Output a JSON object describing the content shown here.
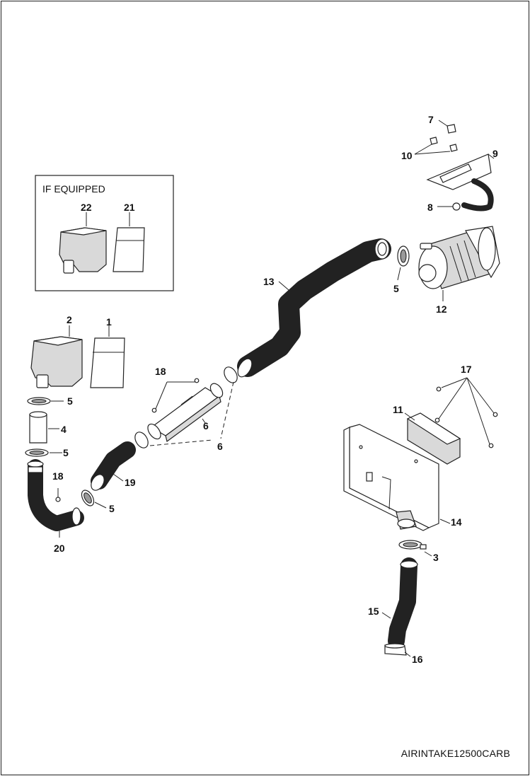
{
  "inset": {
    "title": "IF EQUIPPED"
  },
  "callouts": {
    "c1": "1",
    "c2": "2",
    "c3": "3",
    "c4": "4",
    "c5a": "5",
    "c5b": "5",
    "c5c": "5",
    "c5d": "5",
    "c6": "6",
    "c6b": "6",
    "c7": "7",
    "c8": "8",
    "c9": "9",
    "c10": "10",
    "c11": "11",
    "c12": "12",
    "c13": "13",
    "c14": "14",
    "c15": "15",
    "c16": "16",
    "c17": "17",
    "c18a": "18",
    "c18b": "18",
    "c19": "19",
    "c20": "20",
    "c21": "21",
    "c22": "22"
  },
  "drawing_code": "AIRINTAKE12500CARB"
}
